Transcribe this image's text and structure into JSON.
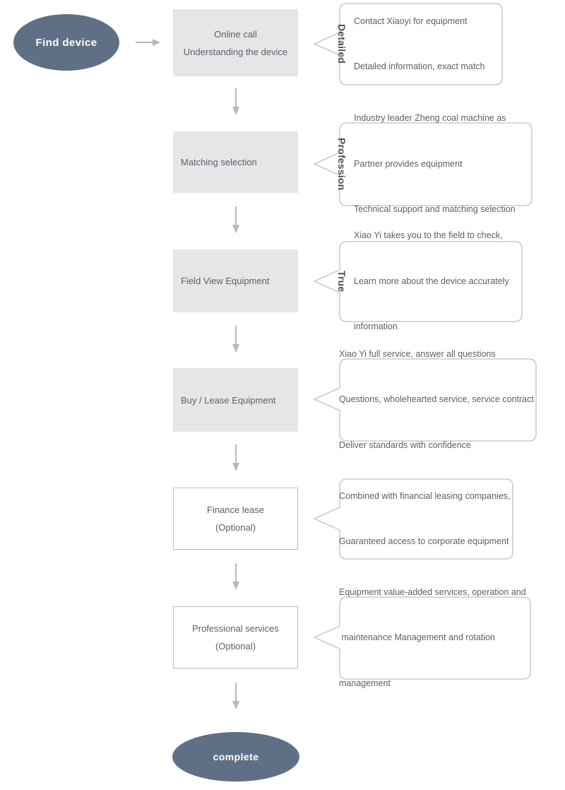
{
  "diagram": {
    "title": "Find device process flow",
    "colors": {
      "terminator_fill": "#5f7086",
      "terminator_text": "#ffffff",
      "process_fill": "#e5e6e8",
      "process_border": "#b9bcc0",
      "callout_border": "#c9ccd0",
      "callout_fill": "#ffffff",
      "arrow": "#b6b8bb",
      "text": "#5b6068"
    },
    "start": {
      "label": "Find device"
    },
    "end": {
      "label": "complete"
    },
    "steps": [
      {
        "id": "online-call",
        "align": "center",
        "style": "filled",
        "lines": [
          "Online call",
          "Understanding the device"
        ]
      },
      {
        "id": "matching-selection",
        "align": "left",
        "style": "filled",
        "lines": [
          "Matching selection"
        ]
      },
      {
        "id": "field-view-equipment",
        "align": "left",
        "style": "filled",
        "lines": [
          "Field View Equipment"
        ]
      },
      {
        "id": "buy-lease-equipment",
        "align": "left",
        "style": "filled",
        "lines": [
          "Buy / Lease Equipment"
        ]
      },
      {
        "id": "finance-lease",
        "align": "center",
        "style": "outlined",
        "lines": [
          "Finance lease",
          "(Optional)"
        ]
      },
      {
        "id": "professional-services",
        "align": "center",
        "style": "outlined",
        "lines": [
          "Professional services",
          "(Optional)"
        ]
      }
    ],
    "callouts": [
      {
        "id": "detailed",
        "vertical_label": "Detailed",
        "lines": [
          "Contact Xiaoyi for equipment",
          "Detailed information, exact match"
        ]
      },
      {
        "id": "profession",
        "vertical_label": "Profession",
        "lines": [
          "Industry leader Zheng coal machine as",
          "Partner provides equipment",
          "Technical support and matching selection"
        ]
      },
      {
        "id": "true",
        "vertical_label": "True",
        "lines": [
          "Xiao Yi takes you to the field to check,",
          "Learn more about the device accurately",
          "information"
        ]
      },
      {
        "id": "service",
        "vertical_label": "",
        "lines": [
          "Xiao Yi full service, answer all questions",
          "Questions, wholehearted service, service contract",
          "Deliver standards with confidence"
        ]
      },
      {
        "id": "financial-leasing",
        "vertical_label": "",
        "lines": [
          "Combined with financial leasing companies,",
          "Guaranteed access to corporate equipment"
        ]
      },
      {
        "id": "value-added",
        "vertical_label": "",
        "lines": [
          "Equipment value-added services, operation and",
          " maintenance Management and rotation",
          "management"
        ]
      }
    ]
  }
}
